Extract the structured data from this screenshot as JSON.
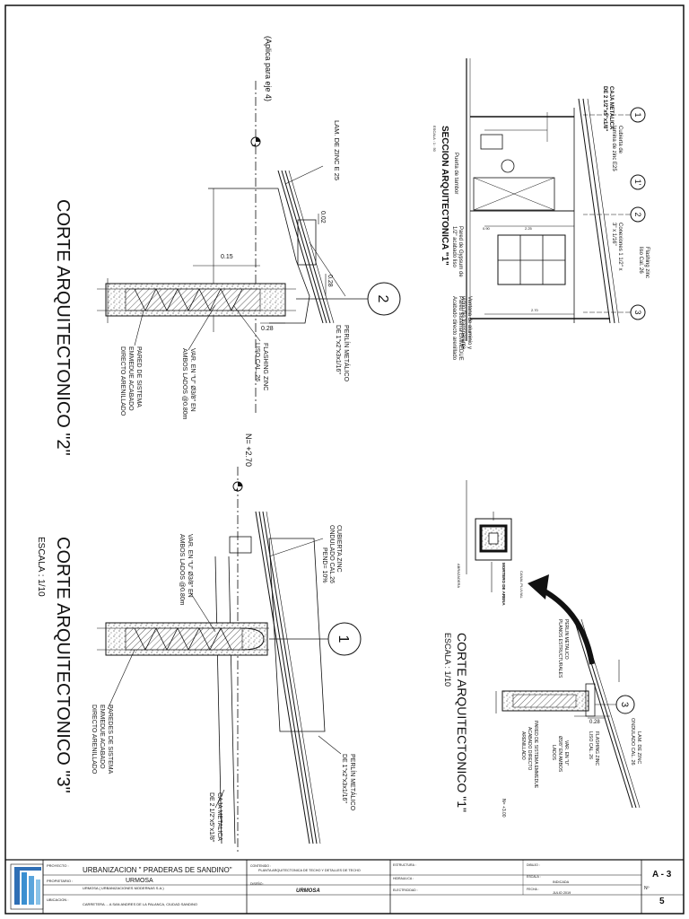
{
  "drawing": {
    "main_titles": {
      "corte2": "CORTE ARQUITECTONICO \"2\"",
      "corte3": "CORTE ARQUITECTONICO \"3\"",
      "corte1": "CORTE ARQUITECTONICO \"1\"",
      "seccion1": "SECCION ARQUITECTONICA \"1\""
    },
    "scales": {
      "corte3": "ESCALA : 1/10",
      "corte1": "ESCALA : 1/10",
      "seccion1": "ESCALA : 1 : 50"
    },
    "corte2_notes": {
      "aplica": "(Aplica para eje 4)",
      "lam_zinc": "LAM. DE ZINC E 25",
      "perlin_1": "PERLÍN METÁLICO",
      "perlin_2": "DE 1\"x2\"x3x1/16\"",
      "flashing_1": "FLASHING ZINC",
      "flashing_2": "LISO CAL. 26",
      "var_1": "VAR. EN \"U\" Ø3/8\" EN",
      "var_2": "AMBOS LADOS @0.80m",
      "pared_1": "PARED DE SISTEMA",
      "pared_2": "EMMEDUE ACABADO",
      "pared_3": "DIRECTO ARENILLADO",
      "dim_015": "0.15",
      "dim_002": "0.02",
      "dim_028a": "0.28",
      "dim_028b": "0.28",
      "axis": "2"
    },
    "corte3_notes": {
      "level": "N= +2.70",
      "cubierta_1": "CUBIERTA ZINC",
      "cubierta_2": "ONDULADO CAL.26",
      "cubierta_3": "PEND= 10%",
      "var_1": "VAR. EN \"U\" Ø3/8\" EN",
      "var_2": "AMBOS LADOS @0.80m",
      "perlin_1": "PERLÍN METÁLICO",
      "perlin_2": "DE 1\"x2\"x3x1/16\"",
      "caja_1": "CAJA METALICA",
      "caja_2": "DE 2 1/2\"x5\"x1/8\"",
      "pared_1": "PAREDES DE SISTEMA",
      "pared_2": "EMMEDUE ACABADO",
      "pared_3": "DIRECTO ARENILLADO",
      "axis": "1"
    },
    "corte1_notes": {
      "lam_1": "LAM. DE ZINC",
      "lam_2": "ONDULADO CAL. 26",
      "flashing_1": "FLASHING ZINC",
      "flashing_2": "LISO CAL. 26",
      "var_1": "VAR. EN \"U\"",
      "var_2": "Ø3/8\" EN AMBOS",
      "var_3": "LADOS",
      "pared_1": "PARED DE SISTEMA EMMEDUE",
      "pared_2": "ACABADO DIRECTO",
      "pared_3": "ARENILLADO",
      "perlin_1": "PERLIN METALICO",
      "perlin_2": "PLANOS ESTRUCTURALES",
      "detail_1": "CANAL PLUVIAL",
      "detail_2": "MORTERO DE ARENA",
      "detail_3": "ABRAZADERA",
      "dim_028": "0.28",
      "level": "N= +3.00",
      "axis": "3"
    },
    "seccion1_notes": {
      "caja_1": "CAJA METALICA",
      "caja_2": "DE 2 1/2\"x5\"x1/8\"",
      "cubierta_1": "Cubierta de",
      "cubierta_2": "lamina de zinc E25",
      "flashing_1": "Flashing zinc",
      "flashing_2": "liso Cal. 26",
      "conexion_1": "Conexiones 1 1/2\" x",
      "conexion_2": "3\" x 1/16\"",
      "puerta": "Puerta de tambor",
      "pared_gyp_1": "Pared de Gypsum de",
      "pared_gyp_2": "1/2\" acabado liso",
      "ventana_1": "Ventana de aluminio y",
      "ventana_2": "vidrio fijo transparente",
      "pared_sis_1": "Pared Sistema EMMEDUE",
      "pared_sis_2": "Acabado directo arenillado",
      "axis1": "1",
      "axis1p": "1'",
      "axis2": "2",
      "axis3": "3",
      "dim_a": "0.90",
      "dim_b": "2.25",
      "dim_c": "2.70"
    }
  },
  "title_block": {
    "proyecto_label": "PROYECTO :",
    "proyecto_value": "URBANIZACION \" PRADERAS DE SANDINO\"",
    "propietario_label": "PROPIETARIO :",
    "propietario_value": "URMOSA",
    "propietario_sub": "URMOSA ( URBANIZACIONES MODERNAS S.A.)",
    "ubicacion_label": "UBICACION :",
    "ubicacion_value": "CARRETERA ... A SAN ANDRES DE LA PALANCA, CIUDAD SANDINO",
    "contenido_label": "CONTENIDO :",
    "contenido_value": "PLANTA ARQUITECTONICA DE TECHO Y DETALLES DE TECHO",
    "diseno_label": "DISEÑO :",
    "diseno_value": "URMOSA",
    "estructura_label": "ESTRUCTURA :",
    "hidraulica_label": "HIDRAULICA :",
    "electricidad_label": "ELECTRICIDAD :",
    "dibujo_label": "DIBUJO :",
    "escala_label": "ESCALA :",
    "escala_value": "INDICADA",
    "fecha_label": "FECHA :",
    "fecha_value": "JULIO 2019",
    "sheet_code": "A - 3",
    "sheet_label": "Nº",
    "sheet_number": "5"
  }
}
